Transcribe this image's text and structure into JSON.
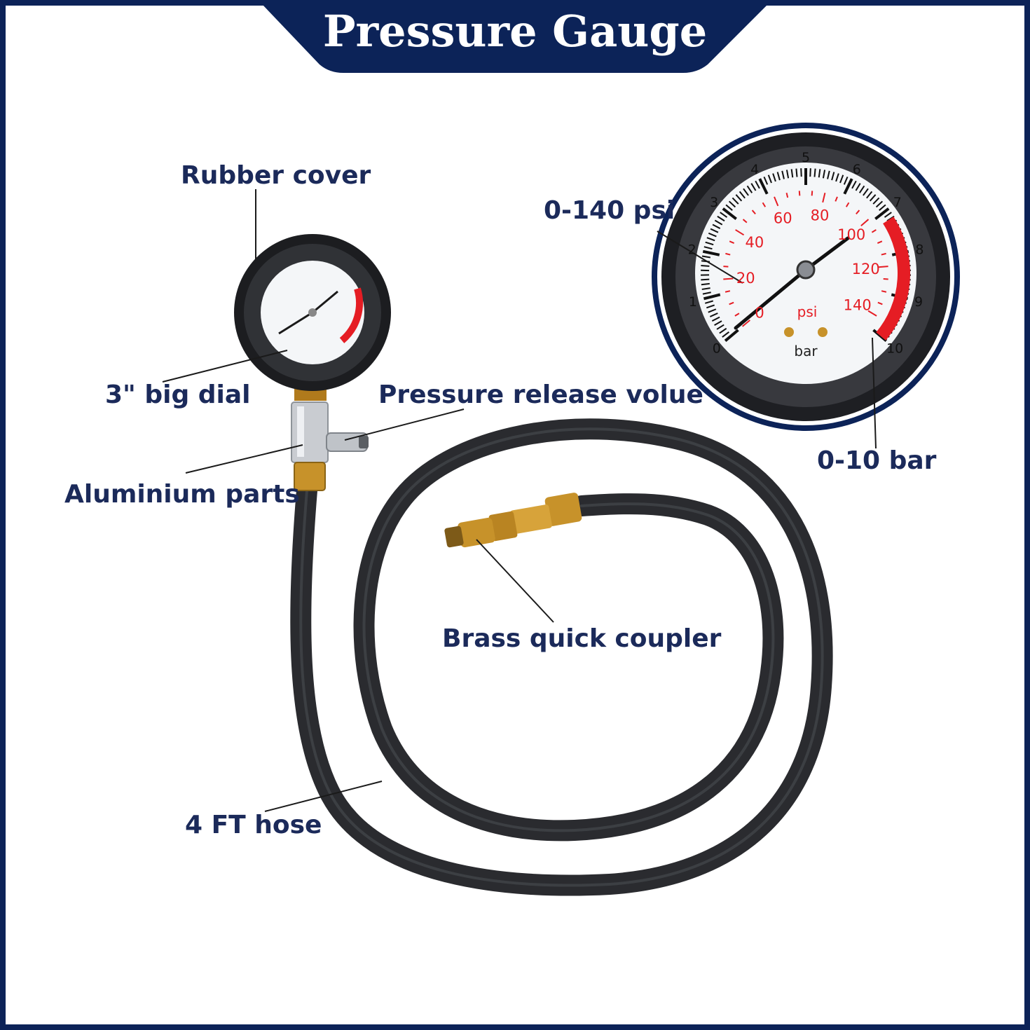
{
  "title": "Pressure Gauge",
  "colors": {
    "navy": "#0c2358",
    "label_text": "#1b2a5a",
    "hose": "#2a2b2f",
    "brass": "#c7922a",
    "red_zone": "#e51d24"
  },
  "callouts": {
    "rubber_cover": "Rubber cover",
    "big_dial": "3\" big dial",
    "pressure_release": "Pressure release volue",
    "aluminium_parts": "Aluminium parts",
    "brass_coupler": "Brass quick coupler",
    "hose": "4 FT hose",
    "psi_range": "0-140 psi",
    "bar_range": "0-10 bar"
  },
  "gauge": {
    "bar_ticks": [
      "0",
      "1",
      "2",
      "3",
      "4",
      "5",
      "6",
      "7",
      "8",
      "9",
      "10"
    ],
    "psi_ticks": [
      "0",
      "20",
      "40",
      "60",
      "80",
      "100",
      "120",
      "140"
    ],
    "psi_unit": "psi",
    "bar_unit": "bar"
  }
}
